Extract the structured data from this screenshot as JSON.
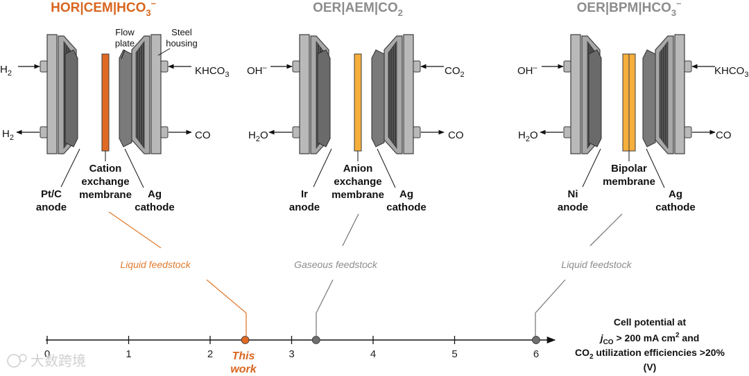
{
  "cells": [
    {
      "id": "hor-cem",
      "title": [
        "HOR|CEM|HCO",
        "3",
        "–"
      ],
      "title_color": "#d8651e",
      "membrane_color": "#e06a24",
      "membrane_type": "single",
      "left_inputs": [
        [
          "H",
          "2",
          ""
        ],
        [
          "H",
          "2",
          ""
        ]
      ],
      "right_inputs": [
        [
          "KHCO",
          "3",
          ""
        ],
        [
          "CO",
          "",
          ""
        ]
      ],
      "top_labels": [
        "Flow",
        "plate",
        "Steel",
        "housing"
      ],
      "anode_label": [
        "Pt/C",
        "anode"
      ],
      "membrane_label": [
        "Cation",
        "exchange",
        "membrane"
      ],
      "cathode_label": [
        "Ag",
        "cathode"
      ],
      "feed": "Liquid feedstock",
      "feed_color": "#e07a2e"
    },
    {
      "id": "oer-aem",
      "title": [
        "OER|AEM|CO",
        "2",
        ""
      ],
      "title_color": "#8c8c8c",
      "membrane_color": "#f6ae3c",
      "membrane_type": "single",
      "left_inputs": [
        [
          "OH",
          "",
          "–"
        ],
        [
          "H",
          "2",
          "O"
        ]
      ],
      "right_inputs": [
        [
          "CO",
          "2",
          ""
        ],
        [
          "CO",
          "",
          ""
        ]
      ],
      "anode_label": [
        "Ir",
        "anode"
      ],
      "membrane_label": [
        "Anion",
        "exchange",
        "membrane"
      ],
      "cathode_label": [
        "Ag",
        "cathode"
      ],
      "feed": "Gaseous feedstock",
      "feed_color": "#8c8c8c"
    },
    {
      "id": "oer-bpm",
      "title": [
        "OER|BPM|HCO",
        "3",
        "–"
      ],
      "title_color": "#8c8c8c",
      "membrane_color": "#f6ae3c",
      "membrane_type": "bipolar",
      "left_inputs": [
        [
          "OH",
          "",
          "–"
        ],
        [
          "H",
          "2",
          "O"
        ]
      ],
      "right_inputs": [
        [
          "KHCO",
          "3",
          ""
        ],
        [
          "CO",
          "",
          ""
        ]
      ],
      "anode_label": [
        "Ni",
        "anode"
      ],
      "membrane_label": [
        "Bipolar",
        "membrane"
      ],
      "cathode_label": [
        "Ag",
        "cathode"
      ],
      "feed": "Liquid feedstock",
      "feed_color": "#8c8c8c"
    }
  ],
  "axis": {
    "ticks": [
      "0",
      "1",
      "2",
      "3",
      "4",
      "5",
      "6"
    ],
    "range": [
      0,
      6.3
    ],
    "markers": [
      {
        "value": 2.43,
        "color": "#e06a24",
        "cell": "hor-cem"
      },
      {
        "value": 3.3,
        "color": "#6f6f6f",
        "cell": "oer-aem"
      },
      {
        "value": 6.0,
        "color": "#6f6f6f",
        "cell": "oer-bpm"
      }
    ],
    "this_work": [
      "This",
      "work"
    ],
    "this_work_color": "#d8651e",
    "label": {
      "line1": "Cell potential at",
      "line2_j": "j",
      "line2_sub": "CO",
      "line2_rest": " > 200 mA cm",
      "line2_sup": "2",
      "line2_end": " and",
      "line3_a": "CO",
      "line3_sub": "2",
      "line3_b": " utilization efficiencies >20%",
      "line4": "(V)"
    }
  },
  "watermark": "大数跨境"
}
